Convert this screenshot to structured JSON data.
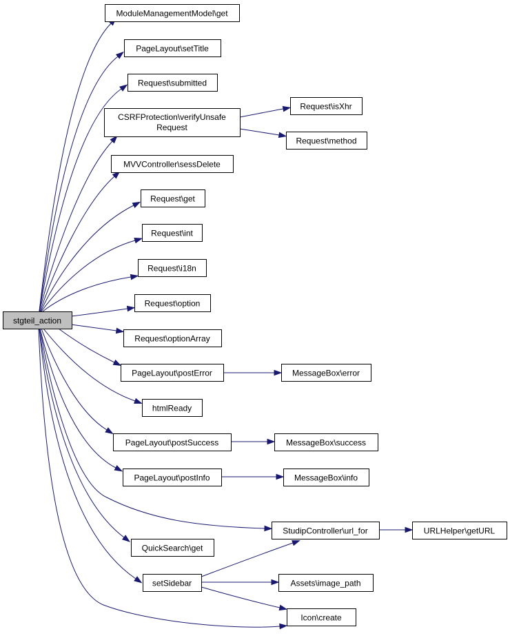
{
  "diagram": {
    "type": "call-graph",
    "root": "stgteil_action",
    "nodes": [
      {
        "id": "root",
        "label": "stgteil_action"
      },
      {
        "id": "mm_get",
        "label": "ModuleManagementModel\\get"
      },
      {
        "id": "pl_settitle",
        "label": "PageLayout\\setTitle"
      },
      {
        "id": "req_submitted",
        "label": "Request\\submitted"
      },
      {
        "id": "csrf",
        "lines": [
          "CSRFProtection\\verifyUnsafe",
          "Request"
        ]
      },
      {
        "id": "req_isxhr",
        "label": "Request\\isXhr"
      },
      {
        "id": "req_method",
        "label": "Request\\method"
      },
      {
        "id": "mvc_sessdelete",
        "label": "MVVController\\sessDelete"
      },
      {
        "id": "req_get",
        "label": "Request\\get"
      },
      {
        "id": "req_int",
        "label": "Request\\int"
      },
      {
        "id": "req_i18n",
        "label": "Request\\i18n"
      },
      {
        "id": "req_option",
        "label": "Request\\option"
      },
      {
        "id": "req_optionarray",
        "label": "Request\\optionArray"
      },
      {
        "id": "pl_posterror",
        "label": "PageLayout\\postError"
      },
      {
        "id": "mb_error",
        "label": "MessageBox\\error"
      },
      {
        "id": "htmlready",
        "label": "htmlReady"
      },
      {
        "id": "pl_postsuccess",
        "label": "PageLayout\\postSuccess"
      },
      {
        "id": "mb_success",
        "label": "MessageBox\\success"
      },
      {
        "id": "pl_postinfo",
        "label": "PageLayout\\postInfo"
      },
      {
        "id": "mb_info",
        "label": "MessageBox\\info"
      },
      {
        "id": "sc_urlfor",
        "label": "StudipController\\url_for"
      },
      {
        "id": "urlh_geturl",
        "label": "URLHelper\\getURL"
      },
      {
        "id": "qs_get",
        "label": "QuickSearch\\get"
      },
      {
        "id": "setsidebar",
        "label": "setSidebar"
      },
      {
        "id": "assets_imagepath",
        "label": "Assets\\image_path"
      },
      {
        "id": "icon_create",
        "label": "Icon\\create"
      }
    ],
    "edges": [
      [
        "root",
        "mm_get"
      ],
      [
        "root",
        "pl_settitle"
      ],
      [
        "root",
        "req_submitted"
      ],
      [
        "root",
        "csrf"
      ],
      [
        "root",
        "mvc_sessdelete"
      ],
      [
        "root",
        "req_get"
      ],
      [
        "root",
        "req_int"
      ],
      [
        "root",
        "req_i18n"
      ],
      [
        "root",
        "req_option"
      ],
      [
        "root",
        "req_optionarray"
      ],
      [
        "root",
        "pl_posterror"
      ],
      [
        "root",
        "htmlready"
      ],
      [
        "root",
        "pl_postsuccess"
      ],
      [
        "root",
        "pl_postinfo"
      ],
      [
        "root",
        "sc_urlfor"
      ],
      [
        "root",
        "qs_get"
      ],
      [
        "root",
        "setsidebar"
      ],
      [
        "root",
        "icon_create"
      ],
      [
        "csrf",
        "req_isxhr"
      ],
      [
        "csrf",
        "req_method"
      ],
      [
        "pl_posterror",
        "mb_error"
      ],
      [
        "pl_postsuccess",
        "mb_success"
      ],
      [
        "pl_postinfo",
        "mb_info"
      ],
      [
        "sc_urlfor",
        "urlh_geturl"
      ],
      [
        "setsidebar",
        "sc_urlfor"
      ],
      [
        "setsidebar",
        "assets_imagepath"
      ],
      [
        "setsidebar",
        "icon_create"
      ]
    ]
  }
}
